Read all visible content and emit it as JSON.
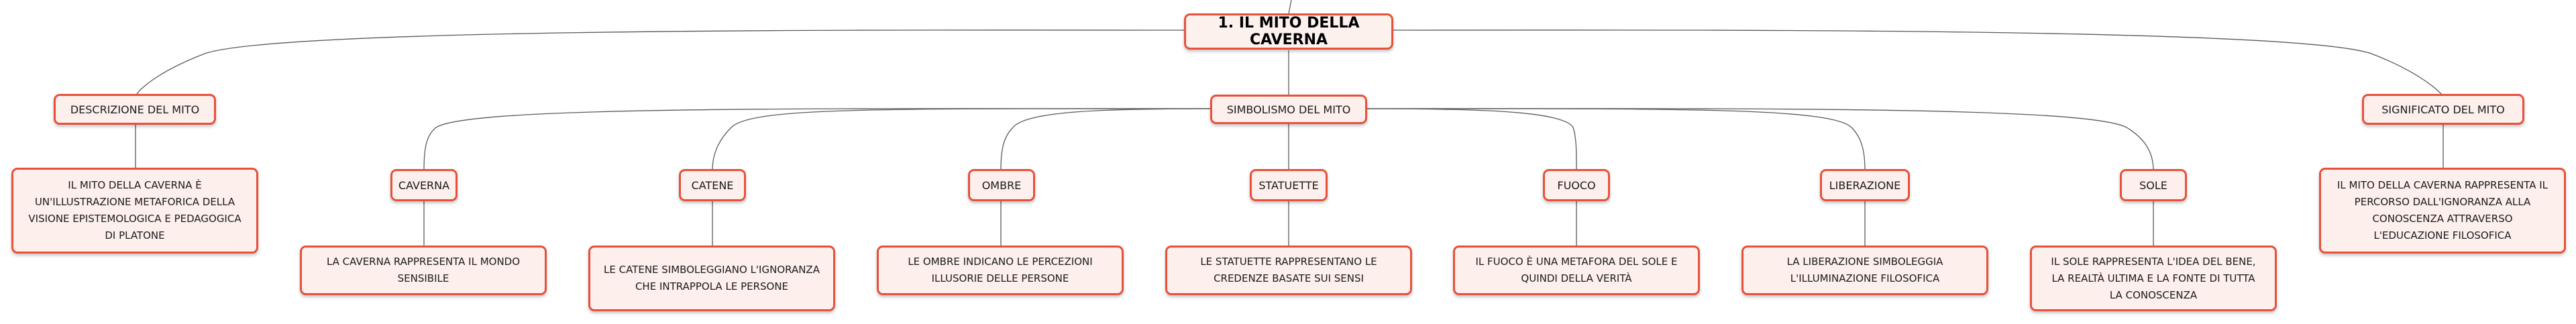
{
  "root": {
    "title": "1. IL MITO DELLA CAVERNA"
  },
  "descrizione": {
    "label": "DESCRIZIONE DEL MITO",
    "text": "IL MITO DELLA CAVERNA È UN'ILLUSTRAZIONE METAFORICA DELLA VISIONE EPISTEMOLOGICA E PEDAGOGICA DI PLATONE"
  },
  "simbolismo": {
    "label": "SIMBOLISMO DEL MITO",
    "items": [
      {
        "label": "CAVERNA",
        "text": "LA CAVERNA RAPPRESENTA IL MONDO SENSIBILE"
      },
      {
        "label": "CATENE",
        "text": "LE CATENE SIMBOLEGGIANO L'IGNORANZA CHE INTRAPPOLA LE PERSONE"
      },
      {
        "label": "OMBRE",
        "text": "LE OMBRE INDICANO LE PERCEZIONI ILLUSORIE DELLE PERSONE"
      },
      {
        "label": "STATUETTE",
        "text": "LE STATUETTE RAPPRESENTANO LE CREDENZE BASATE SUI SENSI"
      },
      {
        "label": "FUOCO",
        "text": "IL FUOCO È UNA METAFORA DEL SOLE E QUINDI DELLA VERITÀ"
      },
      {
        "label": "LIBERAZIONE",
        "text": "LA LIBERAZIONE SIMBOLEGGIA L'ILLUMINAZIONE FILOSOFICA"
      },
      {
        "label": "SOLE",
        "text": "IL SOLE RAPPRESENTA L'IDEA DEL BENE, LA REALTÀ ULTIMA E LA FONTE DI TUTTA LA CONOSCENZA"
      }
    ]
  },
  "significato": {
    "label": "SIGNIFICATO DEL MITO",
    "text": "IL MITO DELLA CAVERNA RAPPRESENTA IL PERCORSO DALL'IGNORANZA ALLA CONOSCENZA ATTRAVERSO L'EDUCAZIONE FILOSOFICA"
  },
  "colors": {
    "border": "#e8503a",
    "fill": "#fcefec",
    "line": "#555555"
  }
}
